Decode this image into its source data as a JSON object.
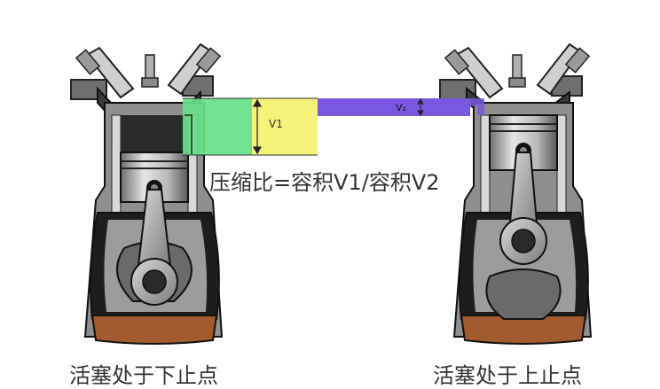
{
  "formula_text": "压缩比=容积V1/容积V2",
  "label_v1": "V1",
  "label_v2": "V₂",
  "caption_left": "活塞处于下止点",
  "caption_right": "活塞处于上止点",
  "colors": {
    "green_box": "#66e08a",
    "yellow_box": "#f5f27a",
    "purple_bar": "#7a57e0",
    "oil": "#a35a2e",
    "engine_dark": "#1d1d1d",
    "engine_mid": "#8a8a8a",
    "engine_light": "#d9d9d9"
  }
}
